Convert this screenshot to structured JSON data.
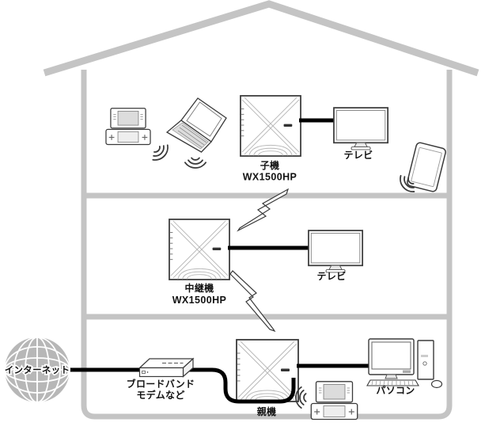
{
  "diagram": {
    "description": "Wi-Fi relay home network topology, three floors",
    "internet": {
      "label": "インターネット"
    },
    "modem": {
      "label_line1": "ブロードバンド",
      "label_line2": "モデムなど"
    },
    "routers": {
      "child": {
        "role": "子機",
        "model": "WX1500HP"
      },
      "relay": {
        "role": "中継機",
        "model": "WX1500HP"
      },
      "parent": {
        "role": "親機"
      }
    },
    "devices": {
      "tv_top": "テレビ",
      "tv_middle": "テレビ",
      "pc": "パソコン"
    },
    "icons": {
      "wireless_link": "lightning-bolt",
      "wifi": "radio-wave-arcs",
      "internet": "globe-grid"
    },
    "colors": {
      "house": "#c4c4c4",
      "cable": "#000000",
      "outline": "#3a3a3a",
      "globe_fill": "#b7b7b7",
      "screen_gray": "#dcdcdc",
      "label": "#111111"
    }
  }
}
